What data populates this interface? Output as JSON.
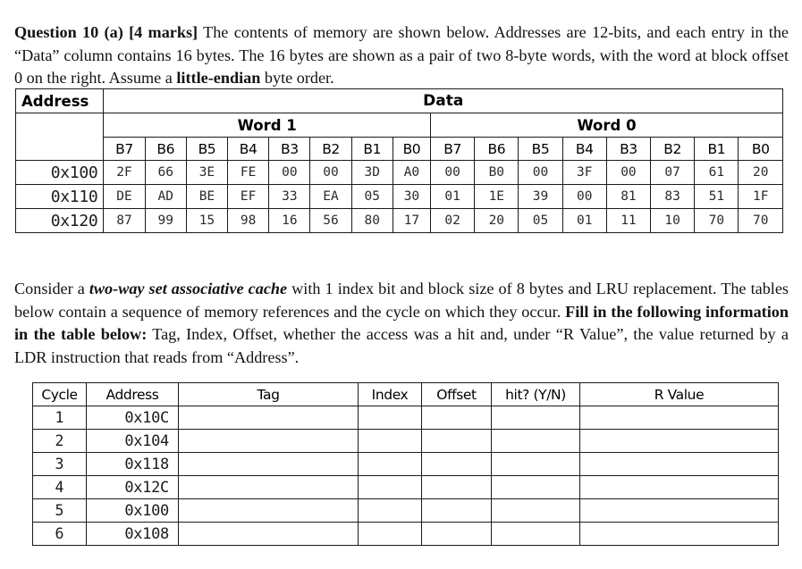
{
  "question": {
    "label": "Question 10 (a) [4 marks]",
    "body_part1": " The contents of memory are shown below. Addresses are 12-bits, and each entry in the “Data” column contains 16 bytes. The 16 bytes are shown as a pair of two 8-byte words, with the word at block offset 0 on the right.  Assume a ",
    "emphasis1": "little-endian",
    "body_part2": " byte order."
  },
  "cache_paragraph": {
    "part1": "Consider a ",
    "emphasis1": "two-way set associative cache",
    "part2": " with 1 index bit and block size of 8 bytes and LRU replacement.  The tables below contain a sequence of memory references and the cycle on which they occur.  ",
    "emphasis2": "Fill in the following information in the table below:",
    "part3": "  Tag, Index, Offset, whether the access was a hit and, under “R Value”, the value returned by a LDR instruction that reads from “Address”."
  },
  "memory_table": {
    "address_header": "Address",
    "data_header": "Data",
    "word1_header": "Word 1",
    "word0_header": "Word 0",
    "byte_headers_word1": [
      "B7",
      "B6",
      "B5",
      "B4",
      "B3",
      "B2",
      "B1",
      "B0"
    ],
    "byte_headers_word0": [
      "B7",
      "B6",
      "B5",
      "B4",
      "B3",
      "B2",
      "B1",
      "B0"
    ],
    "rows": [
      {
        "address": "0x100",
        "word1": [
          "2F",
          "66",
          "3E",
          "FE",
          "00",
          "00",
          "3D",
          "A0"
        ],
        "word0": [
          "00",
          "B0",
          "00",
          "3F",
          "00",
          "07",
          "61",
          "20"
        ]
      },
      {
        "address": "0x110",
        "word1": [
          "DE",
          "AD",
          "BE",
          "EF",
          "33",
          "EA",
          "05",
          "30"
        ],
        "word0": [
          "01",
          "1E",
          "39",
          "00",
          "81",
          "83",
          "51",
          "1F"
        ]
      },
      {
        "address": "0x120",
        "word1": [
          "87",
          "99",
          "15",
          "98",
          "16",
          "56",
          "80",
          "17"
        ],
        "word0": [
          "02",
          "20",
          "05",
          "01",
          "11",
          "10",
          "70",
          "70"
        ]
      }
    ]
  },
  "cycle_table": {
    "headers": [
      "Cycle",
      "Address",
      "Tag",
      "Index",
      "Offset",
      "hit? (Y/N)",
      "R Value"
    ],
    "rows": [
      {
        "cycle": "1",
        "address": "0x10C",
        "tag": "",
        "index": "",
        "offset": "",
        "hit": "",
        "r_value": ""
      },
      {
        "cycle": "2",
        "address": "0x104",
        "tag": "",
        "index": "",
        "offset": "",
        "hit": "",
        "r_value": ""
      },
      {
        "cycle": "3",
        "address": "0x118",
        "tag": "",
        "index": "",
        "offset": "",
        "hit": "",
        "r_value": ""
      },
      {
        "cycle": "4",
        "address": "0x12C",
        "tag": "",
        "index": "",
        "offset": "",
        "hit": "",
        "r_value": ""
      },
      {
        "cycle": "5",
        "address": "0x100",
        "tag": "",
        "index": "",
        "offset": "",
        "hit": "",
        "r_value": ""
      },
      {
        "cycle": "6",
        "address": "0x108",
        "tag": "",
        "index": "",
        "offset": "",
        "hit": "",
        "r_value": ""
      }
    ]
  },
  "colors": {
    "text": "#131313",
    "rule": "#1a1a1a",
    "background": "#ffffff"
  }
}
